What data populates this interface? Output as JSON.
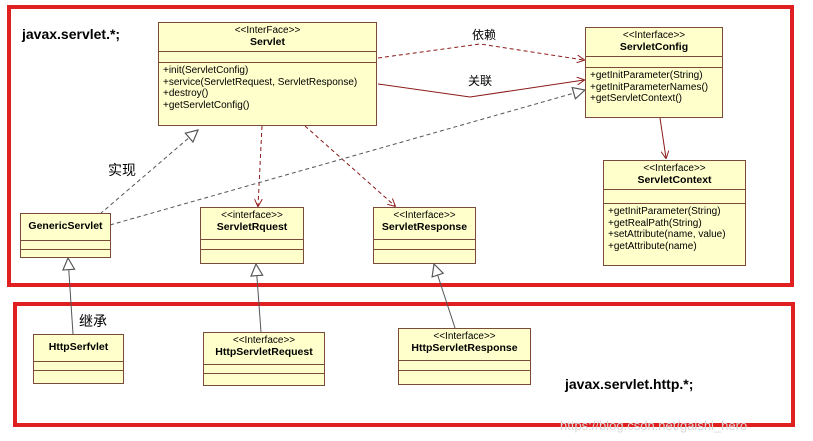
{
  "packages": {
    "servlet": "javax.servlet.*;",
    "http": "javax.servlet.http.*;"
  },
  "classes": {
    "servlet": {
      "stereotype": "<<InterFace>>",
      "name": "Servlet",
      "methods": [
        "+init(ServletConfig)",
        "+service(ServletRequest, ServletResponse)",
        "+destroy()",
        "+getServletConfig()"
      ]
    },
    "servlet_config": {
      "stereotype": "<<Interface>>",
      "name": "ServletConfig",
      "methods": [
        "+getInitParameter(String)",
        "+getInitParameterNames()",
        "+getServletContext()"
      ]
    },
    "servlet_context": {
      "stereotype": "<<Interface>>",
      "name": "ServletContext",
      "methods": [
        "+getInitParameter(String)",
        "+getRealPath(String)",
        "+setAttribute(name, value)",
        "+getAttribute(name)"
      ]
    },
    "generic_servlet": {
      "name": "GenericServlet"
    },
    "servlet_request": {
      "stereotype": "<<interface>>",
      "name": "ServletRquest"
    },
    "servlet_response": {
      "stereotype": "<<Interface>>",
      "name": "ServletResponse"
    },
    "http_servlet": {
      "name": "HttpSerfvlet"
    },
    "http_servlet_request": {
      "stereotype": "<<Interface>>",
      "name": "HttpServletRequest"
    },
    "http_servlet_response": {
      "stereotype": "<<Interface>>",
      "name": "HttpServletResponse"
    }
  },
  "relations": {
    "dependency": "依赖",
    "association": "关联",
    "realization": "实现",
    "inheritance": "继承"
  },
  "watermark": "https://blog.csdn.net/gaishi_hero",
  "colors": {
    "package_frame": "#e02020",
    "class_fill": "#ffffcc",
    "class_border": "#7a4a3a",
    "connector": "#8b1a1a"
  }
}
